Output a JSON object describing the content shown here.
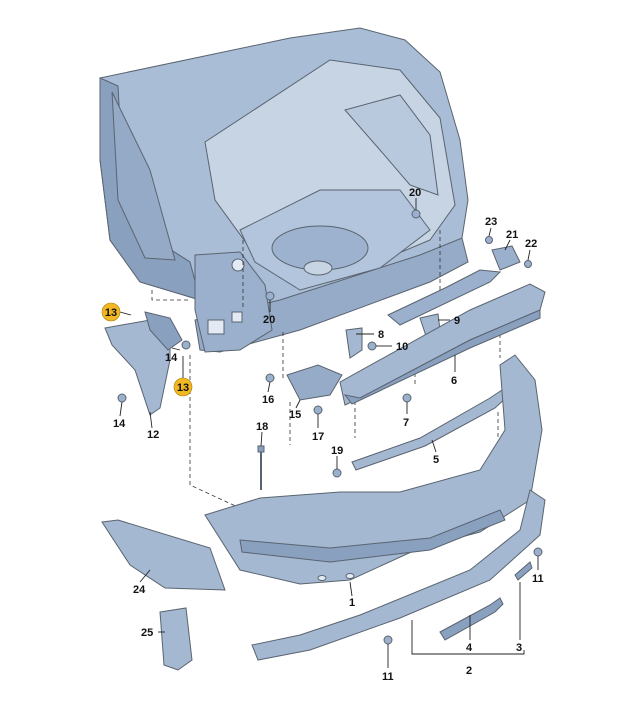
{
  "colors": {
    "body_panel": "#a9bdd6",
    "body_panel_dark": "#7f95b3",
    "interior": "#c7d4e4",
    "bumper": "#a4b8d2",
    "bumper_shadow": "#8aa0bf",
    "outline": "#5a6470",
    "badge": "#f2b824"
  },
  "labels": {
    "l1": "1",
    "l2": "2",
    "l3": "3",
    "l4": "4",
    "l5": "5",
    "l6": "6",
    "l7": "7",
    "l8": "8",
    "l9": "9",
    "l10": "10",
    "l11a": "11",
    "l11b": "11",
    "l12": "12",
    "l13a": "13",
    "l13b": "13",
    "l14a": "14",
    "l14b": "14",
    "l15": "15",
    "l16": "16",
    "l17": "17",
    "l18": "18",
    "l19": "19",
    "l20a": "20",
    "l20b": "20",
    "l21": "21",
    "l22": "22",
    "l23": "23",
    "l24": "24",
    "l25": "25"
  }
}
